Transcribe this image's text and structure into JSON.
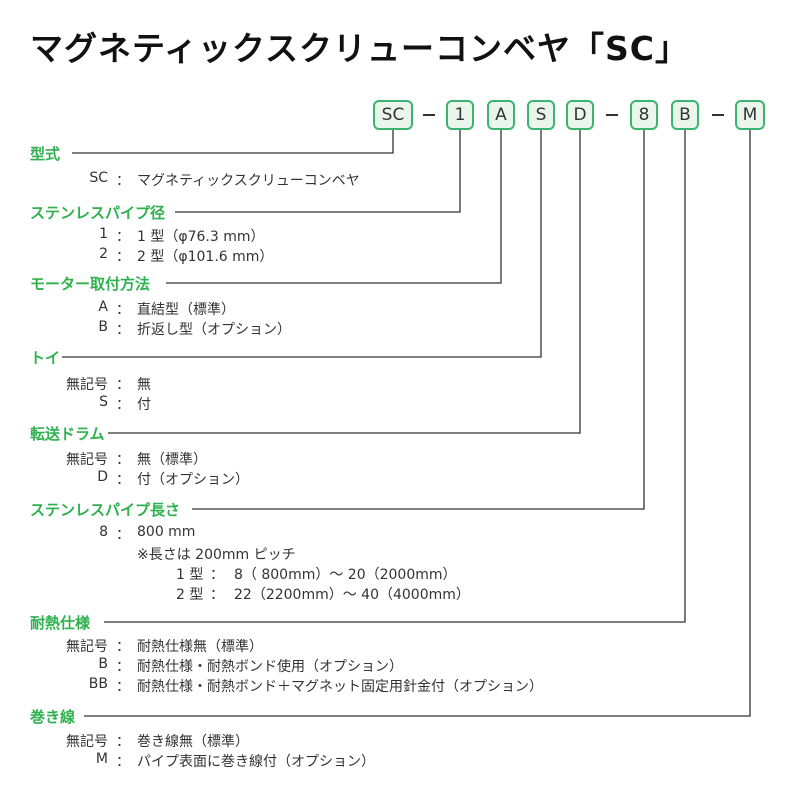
{
  "title": "マグネティックスクリューコンベヤ「SC」",
  "code": {
    "boxes": [
      "SC",
      "1",
      "A",
      "S",
      "D",
      "8",
      "B",
      "M"
    ],
    "separator": "-"
  },
  "sections": [
    {
      "heading": "型式",
      "items": [
        {
          "key": "SC",
          "value": "マグネティックスクリューコンベヤ"
        }
      ]
    },
    {
      "heading": "ステンレスパイプ径",
      "items": [
        {
          "key": "1",
          "value": "1 型（φ76.3 mm）"
        },
        {
          "key": "2",
          "value": "2 型（φ101.6 mm）"
        }
      ]
    },
    {
      "heading": "モーター取付方法",
      "items": [
        {
          "key": "A",
          "value": "直結型（標準）"
        },
        {
          "key": "B",
          "value": "折返し型（オプション）"
        }
      ]
    },
    {
      "heading": "トイ",
      "items": [
        {
          "key": "無記号",
          "value": "無"
        },
        {
          "key": "S",
          "value": "付"
        }
      ]
    },
    {
      "heading": "転送ドラム",
      "items": [
        {
          "key": "無記号",
          "value": "無（標準）"
        },
        {
          "key": "D",
          "value": "付（オプション）"
        }
      ]
    },
    {
      "heading": "ステンレスパイプ長さ",
      "items": [
        {
          "key": "8",
          "value": "800 mm"
        }
      ],
      "note": "※長さは 200mm ピッチ",
      "table": [
        {
          "type": "1 型",
          "sep": "：",
          "value": "8（ 800mm）～ 20（2000mm）"
        },
        {
          "type": "2 型",
          "sep": "：",
          "value": "22（2200mm）～ 40（4000mm）"
        }
      ]
    },
    {
      "heading": "耐熱仕様",
      "items": [
        {
          "key": "無記号",
          "value": "耐熱仕様無（標準）"
        },
        {
          "key": "B",
          "value": "耐熱仕様・耐熱ボンド使用（オプション）"
        },
        {
          "key": "BB",
          "value": "耐熱仕様・耐熱ボンド＋マグネット固定用針金付（オプション）"
        }
      ]
    },
    {
      "heading": "巻き線",
      "items": [
        {
          "key": "無記号",
          "value": "巻き線無（標準）"
        },
        {
          "key": "M",
          "value": "パイプ表面に巻き線付（オプション）"
        }
      ]
    }
  ],
  "colon": "：",
  "colors": {
    "accent": "#2eb14e",
    "box_border": "#3cb371",
    "box_fill": "#eaf6ec",
    "line": "#333333"
  }
}
